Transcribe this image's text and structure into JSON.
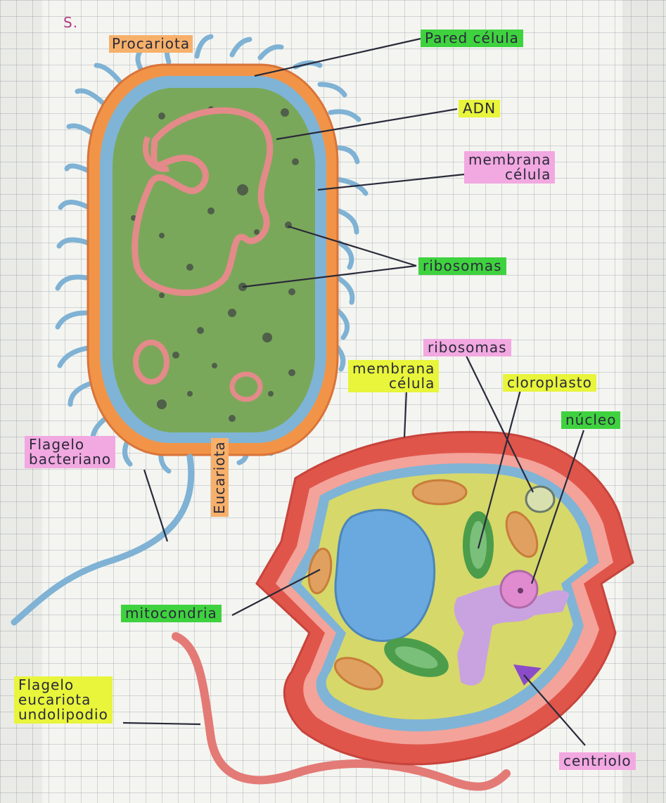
{
  "page": {
    "mark": "S."
  },
  "prokaryote": {
    "title": "Procariota",
    "labels": {
      "cell_wall": "Pared célula",
      "dna": "ADN",
      "cell_membrane": "membrana\ncélula",
      "ribosomes": "ribosomas",
      "flagellum": "Flagelo\nbacteriano"
    }
  },
  "eukaryote": {
    "title": "Eucariota",
    "labels": {
      "ribosomes": "ribosomas",
      "cell_membrane": "membrana\ncélula",
      "chloroplast": "cloroplasto",
      "nucleus": "núcleo",
      "mitochondria": "mitocondria",
      "flagellum": "Flagelo\neucariota\nundolipodio",
      "centriole": "centriolo"
    }
  },
  "colors": {
    "green_highlight": "#3fd23f",
    "yellow_highlight": "#e8f53a",
    "pink_highlight": "#f2a8e0",
    "orange_highlight": "#f7b06a",
    "cell_wall": "#f29447",
    "membrane": "#7fb4d6",
    "cytoplasm_prokaryote": "#7aa85a",
    "cytoplasm_eukaryote": "#d6d86a",
    "eukaryote_wall": "#e0554a",
    "nucleus": "#6aa9e0"
  }
}
